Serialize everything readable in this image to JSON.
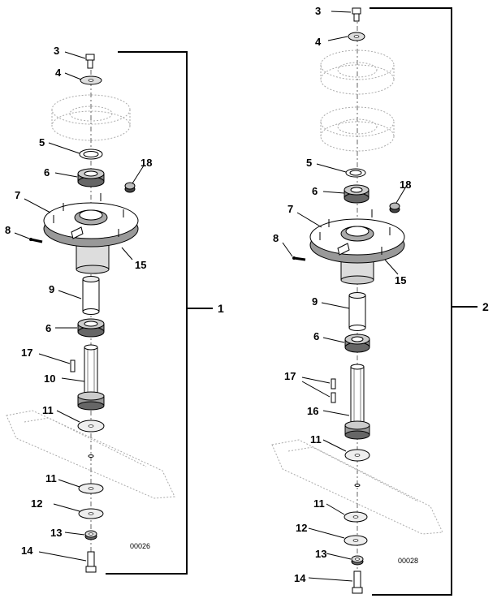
{
  "assembly_1": {
    "bracket_label": "1",
    "figure_code": "00026",
    "callouts": [
      "3",
      "4",
      "5",
      "6",
      "18",
      "7",
      "8",
      "15",
      "9",
      "6",
      "17",
      "10",
      "11",
      "11",
      "12",
      "13",
      "14"
    ]
  },
  "assembly_2": {
    "bracket_label": "2",
    "figure_code": "00028",
    "callouts": [
      "3",
      "4",
      "5",
      "6",
      "18",
      "7",
      "8",
      "15",
      "9",
      "6",
      "17",
      "16",
      "11",
      "11",
      "12",
      "13",
      "14"
    ]
  }
}
